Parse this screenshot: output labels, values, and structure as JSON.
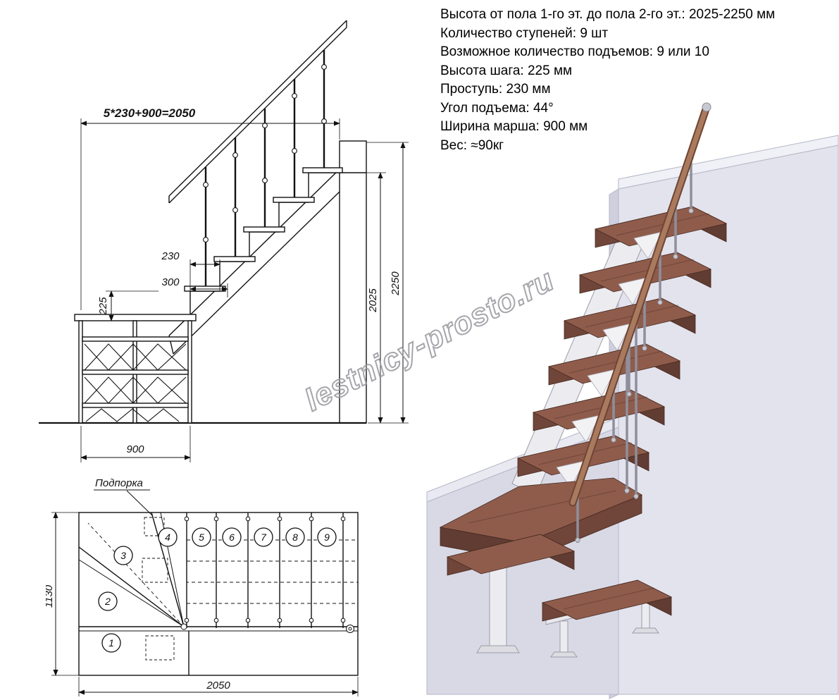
{
  "specs": {
    "lines": [
      "Высота от пола 1-го эт. до пола 2-го эт.: 2025-2250 мм",
      "Количество ступеней: 9 шт",
      "Возможное количество подъемов: 9 или 10",
      "Высота шага: 225 мм",
      "Проступь: 230 мм",
      "Угол подъема: 44°",
      "Ширина марша: 900 мм",
      "Вес: ≈90кг"
    ]
  },
  "elevation": {
    "dim_total_run": "5*230+900=2050",
    "dim_tread_230": "230",
    "dim_tread_300": "300",
    "dim_rise_225": "225",
    "dim_platform_900": "900",
    "dim_height_2025": "2025",
    "dim_height_2250": "2250"
  },
  "plan": {
    "support_label": "Подпорка",
    "dim_depth": "1130",
    "dim_width": "2050",
    "steps": [
      "1",
      "2",
      "3",
      "4",
      "5",
      "6",
      "7",
      "8",
      "9"
    ]
  },
  "watermark": "lestnicy-prosto.ru",
  "colors": {
    "wood_top": "#8f5c4c",
    "wood_front": "#70453a",
    "wood_side": "#613c32",
    "wall": "#e3e3ee",
    "panel": "#d9d9e6",
    "metal": "#ededf1",
    "handrail": "#aa7a5e",
    "baluster": "#8f8f9b"
  }
}
